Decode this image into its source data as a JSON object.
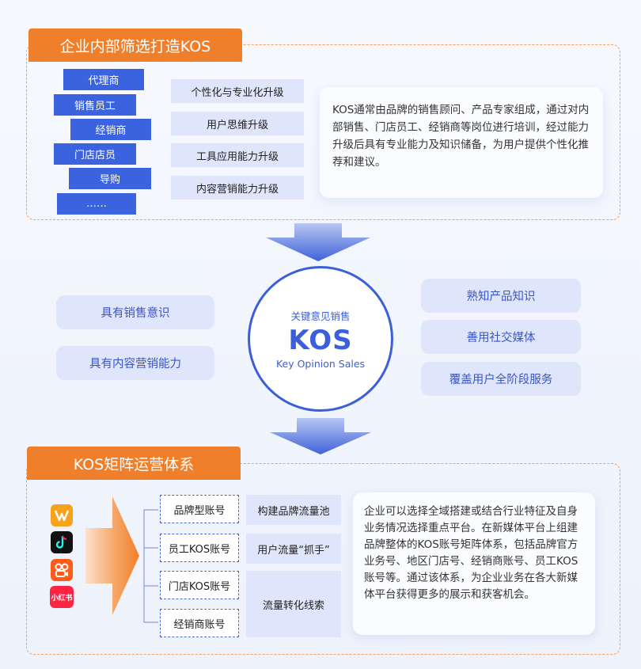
{
  "section1": {
    "title": "企业内部筛选打造KOS",
    "roles": [
      "代理商",
      "销售员工",
      "经销商",
      "门店店员",
      "导购",
      "……"
    ],
    "abilities": [
      "个性化与专业化升级",
      "用户思维升级",
      "工具应用能力升级",
      "内容营销能力升级"
    ],
    "description": "KOS通常由品牌的销售顾问、产品专家组成，通过对内部销售、门店员工、经销商等岗位进行培训，经过能力升级后具有专业能力及知识储备，为用户提供个性化推荐和建议。"
  },
  "center": {
    "subtitle": "关键意见销售",
    "main": "KOS",
    "english": "Key Opinion Sales",
    "left_traits": [
      "具有销售意识",
      "具有内容营销能力"
    ],
    "right_traits": [
      "熟知产品知识",
      "善用社交媒体",
      "覆盖用户全阶段服务"
    ]
  },
  "section2": {
    "title": "KOS矩阵运营体系",
    "platform_icons": [
      "weixin-video-icon",
      "douyin-icon",
      "kuaishou-icon",
      "xiaohongshu-icon"
    ],
    "xiaohongshu_label": "小红书",
    "accounts": [
      "品牌型账号",
      "员工KOS账号",
      "门店KOS账号",
      "经销商账号"
    ],
    "functions": [
      "构建品牌流量池",
      "用户流量“抓手”",
      "流量转化线索"
    ],
    "description": "企业可以选择全域搭建或结合行业特征及自身业务情况选择重点平台。在新媒体平台上组建品牌整体的KOS账号矩阵体系，包括品牌官方业务号、地区门店号、经销商账号、员工KOS账号等。通过该体系，为企业业务在各大新媒体平台获得更多的展示和获客机会。"
  },
  "colors": {
    "orange": "#f07f2b",
    "blue": "#3b63e0",
    "light_blue": "#dfe5fb"
  }
}
